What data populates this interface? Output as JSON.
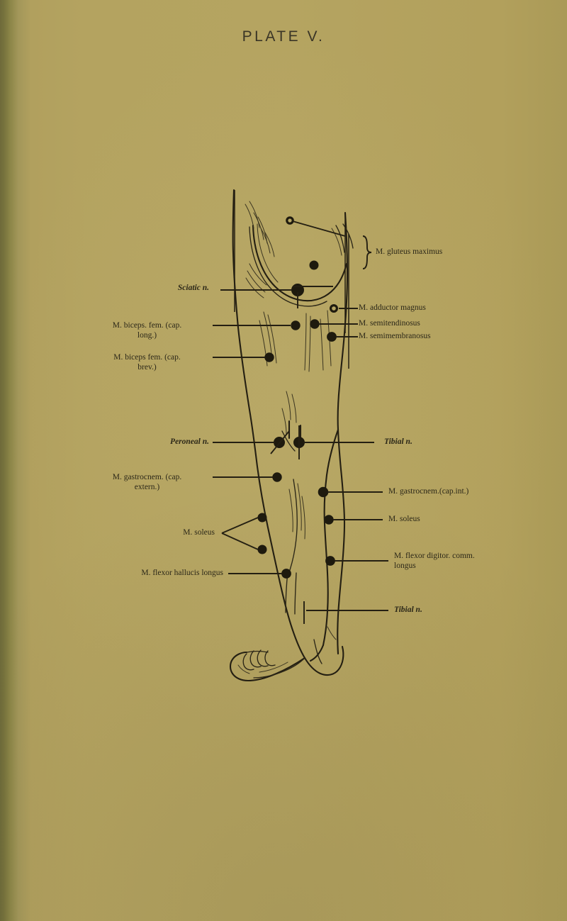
{
  "plate": {
    "title": "PLATE V.",
    "background_color": "#b3a25e",
    "ink_color": "#2b2718"
  },
  "labels_left": [
    {
      "id": "sciatic-n",
      "text": "Sciatic n.",
      "style": "italic"
    },
    {
      "id": "m-biceps-fem-cap-long",
      "text": "M. biceps. fem. (cap.\nlong.)",
      "style": "roman"
    },
    {
      "id": "m-biceps-fem-cap-brev",
      "text": "M. biceps fem. (cap.\nbrev.)",
      "style": "roman"
    },
    {
      "id": "peroneal-n",
      "text": "Peroneal n.",
      "style": "italic"
    },
    {
      "id": "m-gastrocnem-cap-extern",
      "text": "M. gastrocnem. (cap.\nextern.)",
      "style": "roman"
    },
    {
      "id": "m-soleus-left",
      "text": "M. soleus",
      "style": "roman"
    },
    {
      "id": "m-flexor-hallucis-longus",
      "text": "M. flexor hallucis longus",
      "style": "roman"
    }
  ],
  "labels_right": [
    {
      "id": "m-gluteus-maximus",
      "text": "M. gluteus maximus",
      "style": "roman"
    },
    {
      "id": "m-adductor-magnus",
      "text": "M. adductor magnus",
      "style": "roman"
    },
    {
      "id": "m-semitendinosus",
      "text": "M. semitendinosus",
      "style": "roman"
    },
    {
      "id": "m-semimembranosus",
      "text": "M. semimembranosus",
      "style": "roman"
    },
    {
      "id": "tibial-n-upper",
      "text": "Tibial n.",
      "style": "italic"
    },
    {
      "id": "m-gastrocnem-cap-int",
      "text": "M. gastrocnem.(cap.int.)",
      "style": "roman"
    },
    {
      "id": "m-soleus-right",
      "text": "M. soleus",
      "style": "roman"
    },
    {
      "id": "m-flexor-digitor-comm",
      "text": "M. flexor digitor. comm.\nlongus",
      "style": "roman"
    },
    {
      "id": "tibial-n-lower",
      "text": "Tibial n.",
      "style": "italic"
    }
  ]
}
